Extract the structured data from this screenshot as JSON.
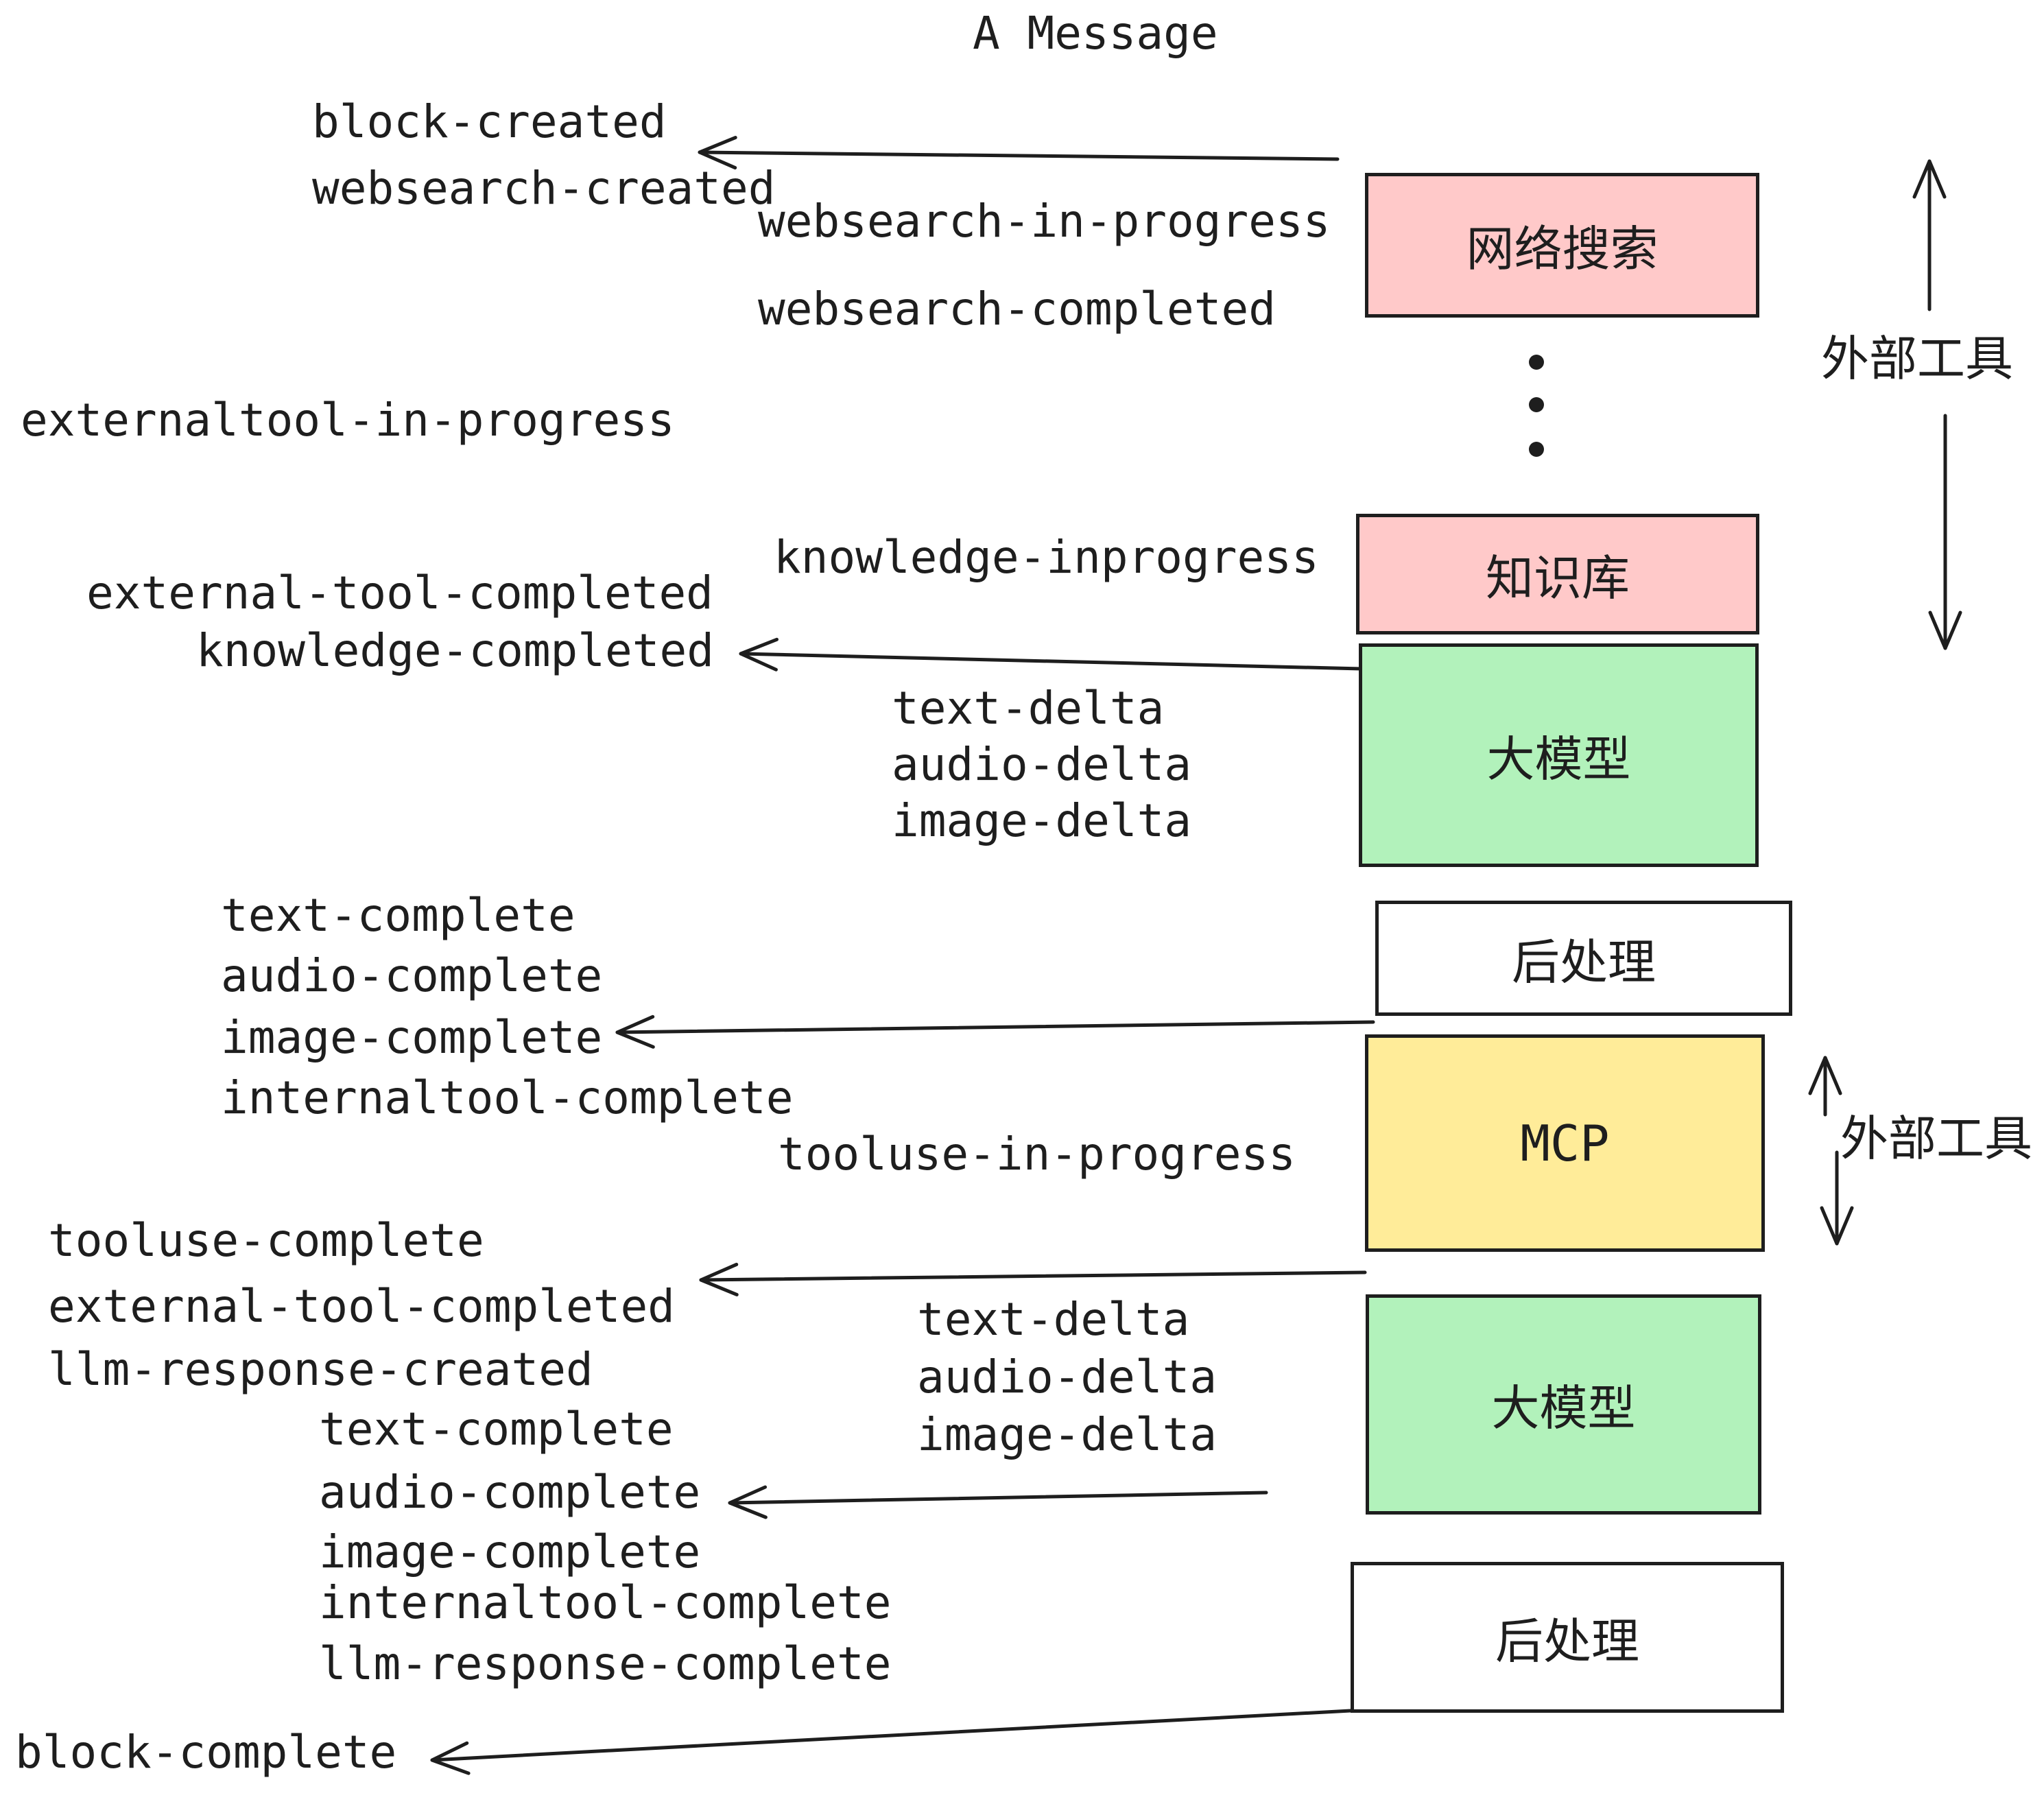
{
  "title": "A Message",
  "colors": {
    "stroke": "#1e1e1e",
    "pink": "#ffc9c9",
    "green": "#b2f2bb",
    "yellow": "#ffec99",
    "white": "#ffffff",
    "background": "#ffffff"
  },
  "pipeline_boxes": [
    {
      "label": "网络搜索",
      "fill": "#ffc9c9"
    },
    {
      "label": "知识库",
      "fill": "#ffc9c9"
    },
    {
      "label": "大模型",
      "fill": "#b2f2bb"
    },
    {
      "label": "后处理",
      "fill": "#ffffff"
    },
    {
      "label": "MCP",
      "fill": "#ffec99"
    },
    {
      "label": "大模型",
      "fill": "#b2f2bb"
    },
    {
      "label": "后处理",
      "fill": "#ffffff"
    }
  ],
  "side_annotations": {
    "external_tools_top": "外部工具",
    "external_tools_bottom": "外部工具"
  },
  "events": {
    "block_created": "block-created",
    "websearch_created": "websearch-created",
    "websearch_in_progress": "websearch-in-progress",
    "websearch_completed": "websearch-completed",
    "externaltool_in_progress": "externaltool-in-progress",
    "knowledge_inprogress": "knowledge-inprogress",
    "external_tool_completed_1": "external-tool-completed",
    "knowledge_completed": "knowledge-completed",
    "text_delta_1": "text-delta",
    "audio_delta_1": "audio-delta",
    "image_delta_1": "image-delta",
    "text_complete_1": "text-complete",
    "audio_complete_1": "audio-complete",
    "image_complete_1": "image-complete",
    "internaltool_complete_1": "internaltool-complete",
    "tooluse_in_progress": "tooluse-in-progress",
    "tooluse_complete": "tooluse-complete",
    "external_tool_completed_2": "external-tool-completed",
    "llm_response_created": "llm-response-created",
    "text_delta_2": "text-delta",
    "audio_delta_2": "audio-delta",
    "image_delta_2": "image-delta",
    "text_complete_2": "text-complete",
    "audio_complete_2": "audio-complete",
    "image_complete_2": "image-complete",
    "internaltool_complete_2": "internaltool-complete",
    "llm_response_complete": "llm-response-complete",
    "block_complete": "block-complete"
  }
}
